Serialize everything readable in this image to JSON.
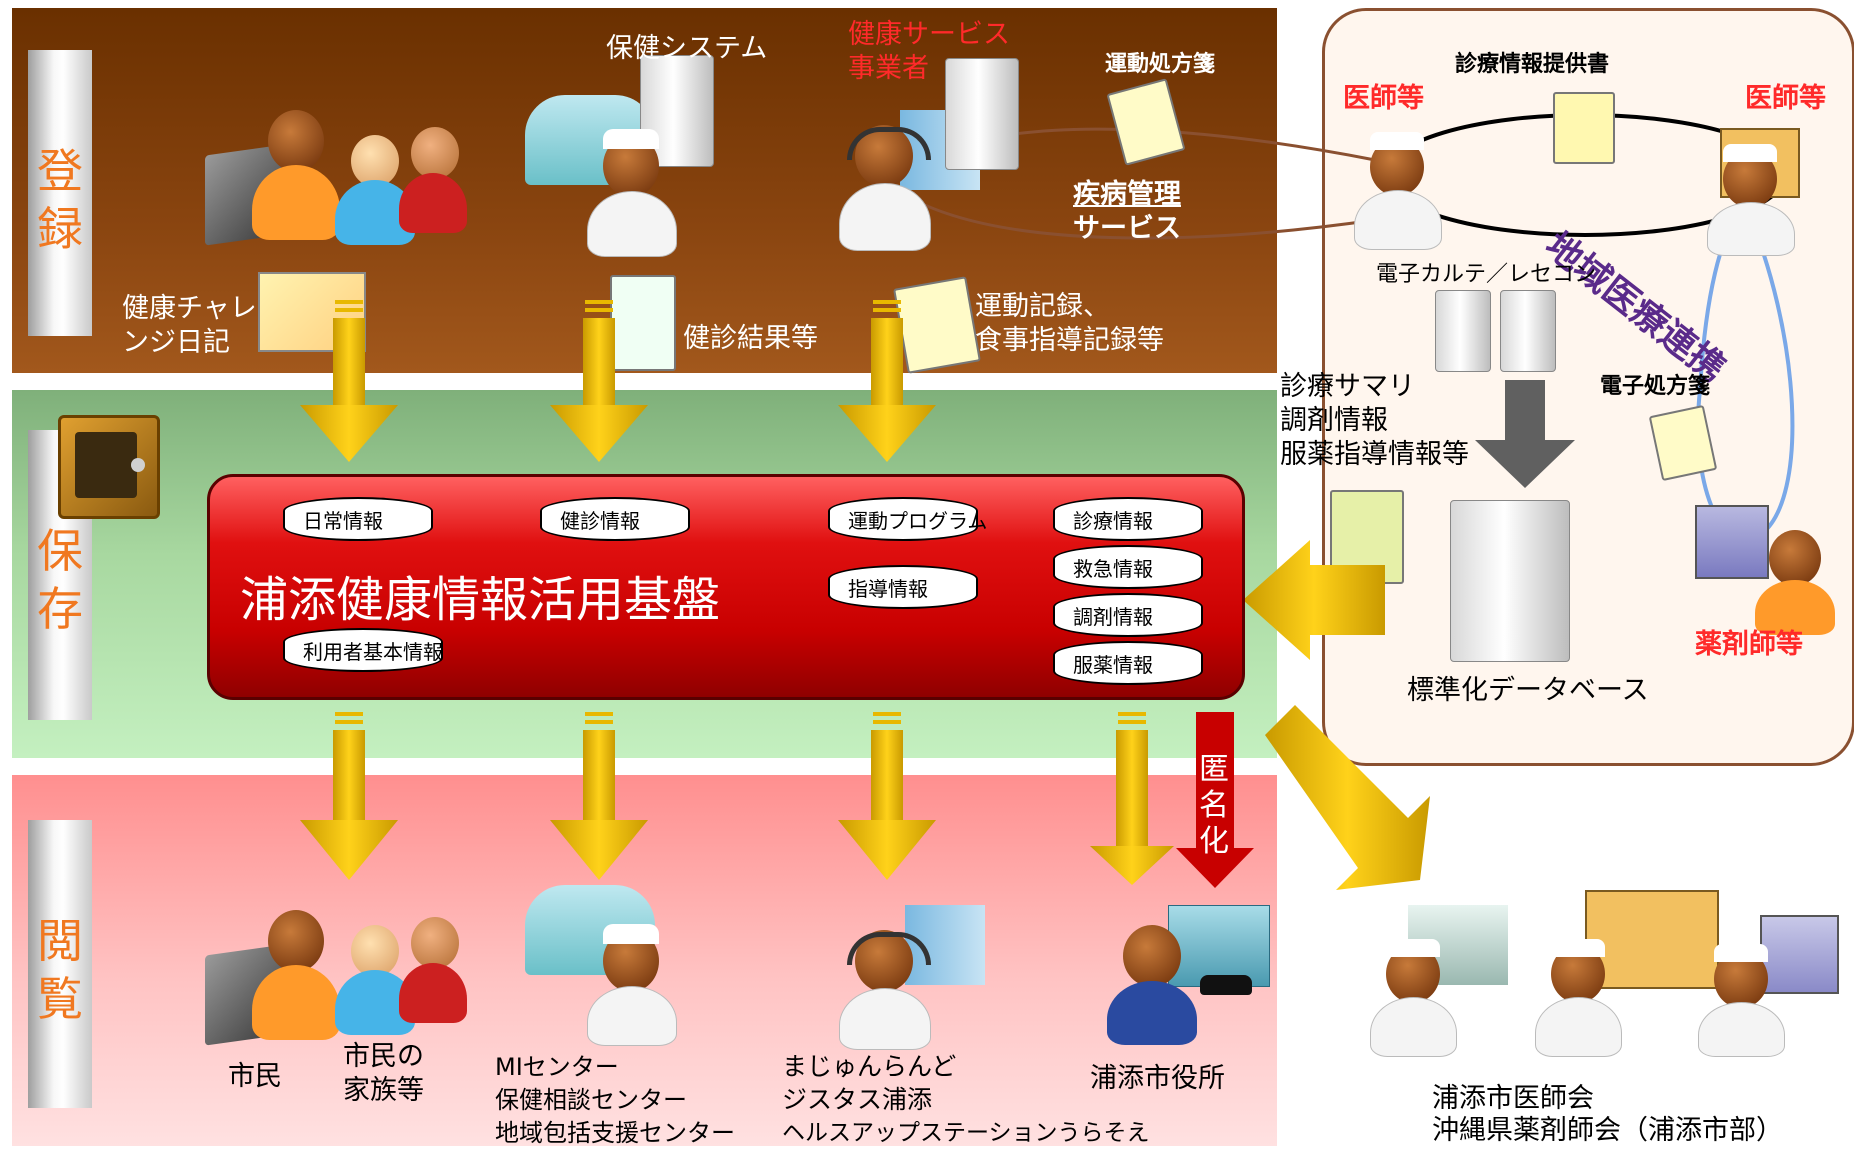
{
  "sections": {
    "register": "登録",
    "store": "保存",
    "view": "閲覧"
  },
  "register": {
    "health_system": "保健システム",
    "health_service_provider_line1": "健康サービス",
    "health_service_provider_line2": "事業者",
    "exercise_prescription": "運動処方箋",
    "disease_mgmt_line1": "疾病管理",
    "disease_mgmt_line2": "サービス",
    "health_challenge_line1": "健康チャレ",
    "health_challenge_line2": "ンジ日記",
    "checkup_results": "健診結果等",
    "exercise_records_line1": "運動記録、",
    "exercise_records_line2": "食事指導記録等"
  },
  "region": {
    "referral_letter": "診療情報提供書",
    "doctor_left": "医師等",
    "doctor_right": "医師等",
    "regional_cooperation": "地域医療連携",
    "emr": "電子カルテ／レセコン",
    "summary_line1": "診療サマリ",
    "summary_line2": "調剤情報",
    "summary_line3": "服薬指導情報等",
    "e_prescription": "電子処方箋",
    "pharmacist": "薬剤師等",
    "standard_db": "標準化データベース"
  },
  "platform": {
    "title": "浦添健康情報活用基盤",
    "cylinders": {
      "daily": "日常情報",
      "checkup": "健診情報",
      "exercise_program": "運動プログラム",
      "guidance": "指導情報",
      "user_basic": "利用者基本情報",
      "medical": "診療情報",
      "emergency": "救急情報",
      "dispensing": "調剤情報",
      "medication": "服薬情報"
    }
  },
  "anonymize": "匿名化",
  "view": {
    "citizen": "市民",
    "family_line1": "市民の",
    "family_line2": "家族等",
    "center_line1": "MIセンター",
    "center_line2": "保健相談センター",
    "center_line3": "地域包括支援センター",
    "fitness_line1": "まじゅんらんど",
    "fitness_line2": "ジスタス浦添",
    "fitness_line3": "ヘルスアップステーションうらそえ",
    "city_hall": "浦添市役所",
    "assoc_line1": "浦添市医師会",
    "assoc_line2": "沖縄県薬剤師会（浦添市部）"
  },
  "colors": {
    "accent_red": "#ff2a2a",
    "arrow_gold": "#e8b800",
    "platform_red": "#cc0000",
    "section_orange": "#f07820"
  }
}
